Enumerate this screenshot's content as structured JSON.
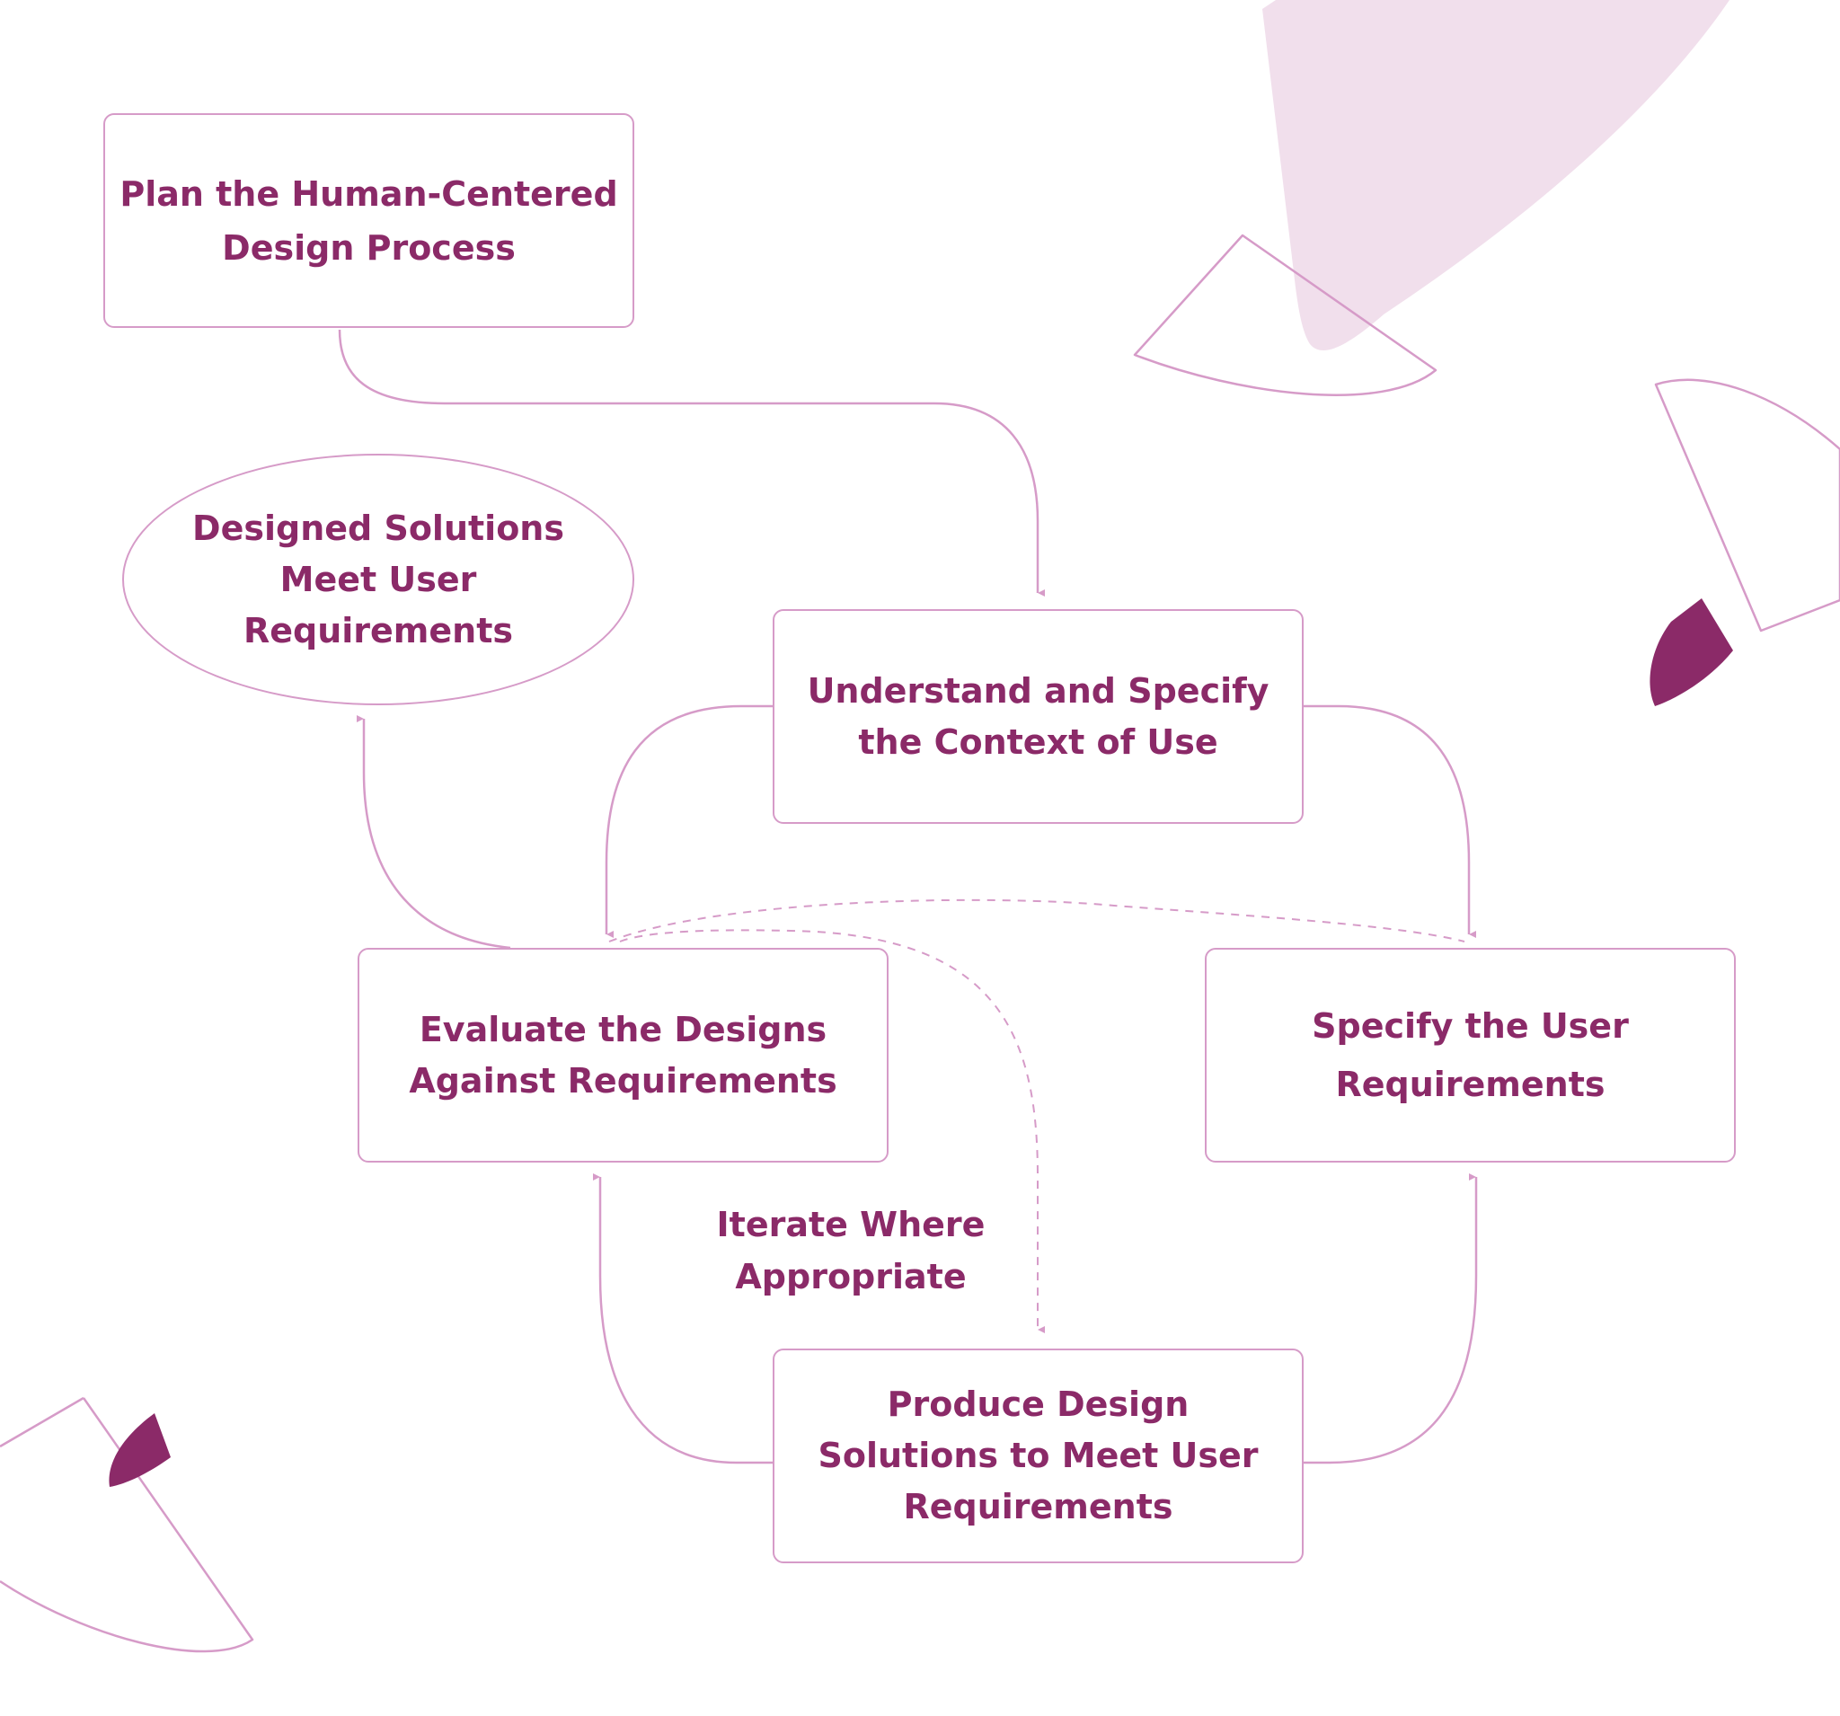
{
  "colors": {
    "text": "#8b2a68",
    "line": "#d69bc8",
    "accent_solid": "#8b2a68",
    "accent_fill": "#f1dfec"
  },
  "nodes": {
    "plan": "Plan the Human-Centered\nDesign Process",
    "designed_solutions": "Designed Solutions\nMeet User\nRequirements",
    "understand_context": "Understand and Specify\nthe Context of Use",
    "evaluate": "Evaluate the Designs\nAgainst Requirements",
    "specify_requirements": "Specify the User\nRequirements",
    "produce_solutions": "Produce Design\nSolutions to Meet User\nRequirements"
  },
  "labels": {
    "iterate": "Iterate Where\nAppropriate"
  }
}
